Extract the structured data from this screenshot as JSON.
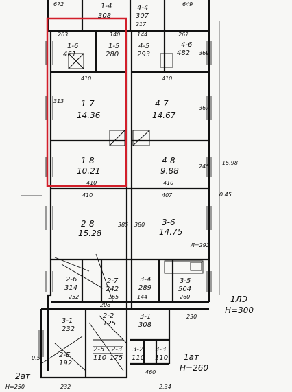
{
  "plan": {
    "accent": "#d21f2a",
    "ink": "#111111",
    "paper": "#f7f7f5",
    "rooms": [
      {
        "id": "r-14",
        "label": "1-4",
        "area": "308"
      },
      {
        "id": "r-44",
        "label": "4-4",
        "area": "307"
      },
      {
        "id": "r-16",
        "label": "1-6",
        "area": "461"
      },
      {
        "id": "r-15",
        "label": "1-5",
        "area": "280"
      },
      {
        "id": "r-45",
        "label": "4-5",
        "area": "293"
      },
      {
        "id": "r-46",
        "label": "4-6",
        "area": "482"
      },
      {
        "id": "r-17",
        "label": "1-7",
        "area": "14.36"
      },
      {
        "id": "r-47",
        "label": "4-7",
        "area": "14.67"
      },
      {
        "id": "r-18",
        "label": "1-8",
        "area": "10.21"
      },
      {
        "id": "r-48",
        "label": "4-8",
        "area": "9.88"
      },
      {
        "id": "r-28",
        "label": "2-8",
        "area": "15.28"
      },
      {
        "id": "r-36",
        "label": "3-6",
        "area": "14.75"
      },
      {
        "id": "r-26",
        "label": "2-6",
        "area": "314"
      },
      {
        "id": "r-27",
        "label": "2-7",
        "area": "242"
      },
      {
        "id": "r-34",
        "label": "3-4",
        "area": "289"
      },
      {
        "id": "r-35",
        "label": "3-5",
        "area": "504"
      },
      {
        "id": "r-31",
        "label": "3-1",
        "area": "232"
      },
      {
        "id": "r-22",
        "label": "2-2",
        "area": "125"
      },
      {
        "id": "r-3",
        "label": "3-1",
        "area": "308"
      },
      {
        "id": "r-25",
        "label": "2-5",
        "area": "110"
      },
      {
        "id": "r-23",
        "label": "2-3",
        "area": "175"
      },
      {
        "id": "r-32",
        "label": "3-2",
        "area": "110"
      },
      {
        "id": "r-33",
        "label": "3-3",
        "area": "110"
      },
      {
        "id": "r-2e",
        "label": "2-E",
        "area": "192"
      }
    ],
    "dims": [
      {
        "id": "d1",
        "text": "672"
      },
      {
        "id": "d2",
        "text": "649"
      },
      {
        "id": "d3",
        "text": "263"
      },
      {
        "id": "d4",
        "text": "140"
      },
      {
        "id": "d5",
        "text": "144"
      },
      {
        "id": "d6",
        "text": "267"
      },
      {
        "id": "d7",
        "text": "410"
      },
      {
        "id": "d8",
        "text": "410"
      },
      {
        "id": "d9",
        "text": "410"
      },
      {
        "id": "d10",
        "text": "410"
      },
      {
        "id": "d11",
        "text": "410"
      },
      {
        "id": "d12",
        "text": "407"
      },
      {
        "id": "d13",
        "text": "313"
      },
      {
        "id": "d14",
        "text": "367"
      },
      {
        "id": "d15",
        "text": "245"
      },
      {
        "id": "d16",
        "text": "15.98"
      },
      {
        "id": "d17",
        "text": "0.45"
      },
      {
        "id": "d18",
        "text": "385"
      },
      {
        "id": "d19",
        "text": "380"
      },
      {
        "id": "d20",
        "text": "Л=292"
      },
      {
        "id": "d21",
        "text": "252"
      },
      {
        "id": "d22",
        "text": "165"
      },
      {
        "id": "d23",
        "text": "144"
      },
      {
        "id": "d24",
        "text": "260"
      },
      {
        "id": "d25",
        "text": "230"
      },
      {
        "id": "d26",
        "text": "460"
      },
      {
        "id": "d27",
        "text": "232"
      },
      {
        "id": "d28",
        "text": "2.34"
      },
      {
        "id": "d29",
        "text": "0.5"
      },
      {
        "id": "d30",
        "text": "208"
      },
      {
        "id": "d31",
        "text": "217"
      },
      {
        "id": "d32",
        "text": "369"
      }
    ],
    "floor_notes": [
      {
        "id": "n1",
        "text": "1ЛЭ"
      },
      {
        "id": "n2",
        "text": "Н=300"
      },
      {
        "id": "n3",
        "text": "1ат"
      },
      {
        "id": "n4",
        "text": "Н=260"
      },
      {
        "id": "n5",
        "text": "2ат"
      },
      {
        "id": "n6",
        "text": "Н=250"
      }
    ]
  }
}
